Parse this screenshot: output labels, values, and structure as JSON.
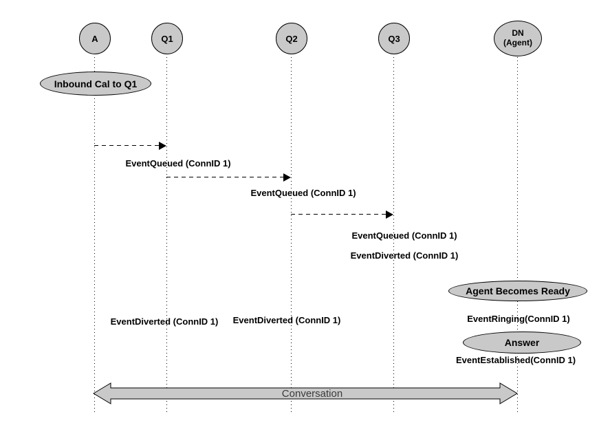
{
  "diagram": {
    "actors": [
      {
        "id": "A",
        "label": "A"
      },
      {
        "id": "Q1",
        "label": "Q1"
      },
      {
        "id": "Q2",
        "label": "Q2"
      },
      {
        "id": "Q3",
        "label": "Q3"
      },
      {
        "id": "DN",
        "label": "DN",
        "sublabel": "(Agent)"
      }
    ],
    "annotations": {
      "inbound_call": "Inbound Cal to Q1",
      "agent_ready": "Agent Becomes Ready",
      "answer": "Answer"
    },
    "messages": [
      {
        "from": "A",
        "to": "Q1",
        "label": "EventQueued (ConnID 1)"
      },
      {
        "from": "Q1",
        "to": "Q2",
        "label": "EventQueued (ConnID 1)"
      },
      {
        "from": "Q2",
        "to": "Q3",
        "label": "EventQueued (ConnID 1)"
      }
    ],
    "event_labels": [
      {
        "lifeline": "Q3",
        "text": "EventDiverted (ConnID 1)"
      },
      {
        "lifeline": "Q1",
        "text": "EventDiverted (ConnID 1)"
      },
      {
        "lifeline": "Q2",
        "text": "EventDiverted (ConnID 1)"
      },
      {
        "lifeline": "DN",
        "text": "EventRinging(ConnID 1)"
      },
      {
        "lifeline": "DN",
        "text": "EventEstablished(ConnID 1)"
      }
    ],
    "conversation": {
      "label": "Conversation"
    },
    "colors": {
      "shape_fill": "#c9c9c9",
      "shape_border": "#000000",
      "background": "#ffffff",
      "text": "#000000",
      "conversation_text": "#3a3a3a"
    }
  }
}
